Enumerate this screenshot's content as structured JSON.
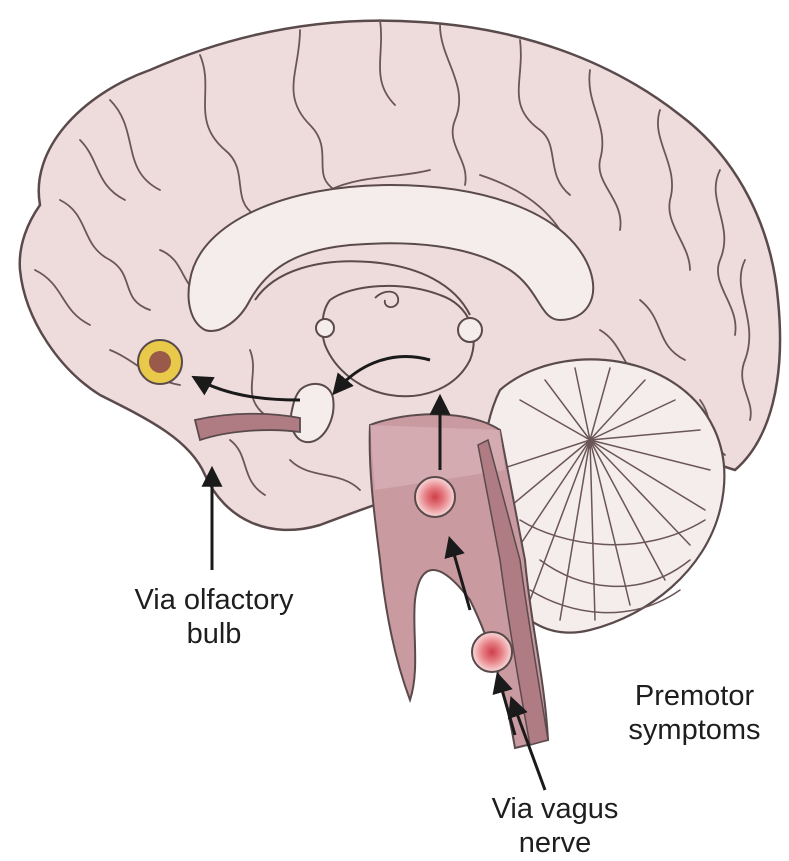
{
  "labels": {
    "olfactory": [
      "Via olfactory",
      "bulb"
    ],
    "premotor": [
      "Premotor",
      "symptoms"
    ],
    "vagus": [
      "Via vagus",
      "nerve"
    ]
  },
  "colors": {
    "cortex": "#eedbdc",
    "cortex_outline": "#5a4a4c",
    "inner_pale": "#f5ecec",
    "brainstem": "#c99aa0",
    "brainstem_dark": "#b07c84",
    "lesion_outer": "#f6c9c9",
    "lesion_core": "#cf3e4a",
    "olfactory_ring": "#e8c94a",
    "olfactory_core": "#9a5a4a",
    "arrow": "#1a1a1a"
  },
  "icons": [
    "brain-sagittal-section",
    "lesion-marker",
    "pathway-arrow"
  ]
}
